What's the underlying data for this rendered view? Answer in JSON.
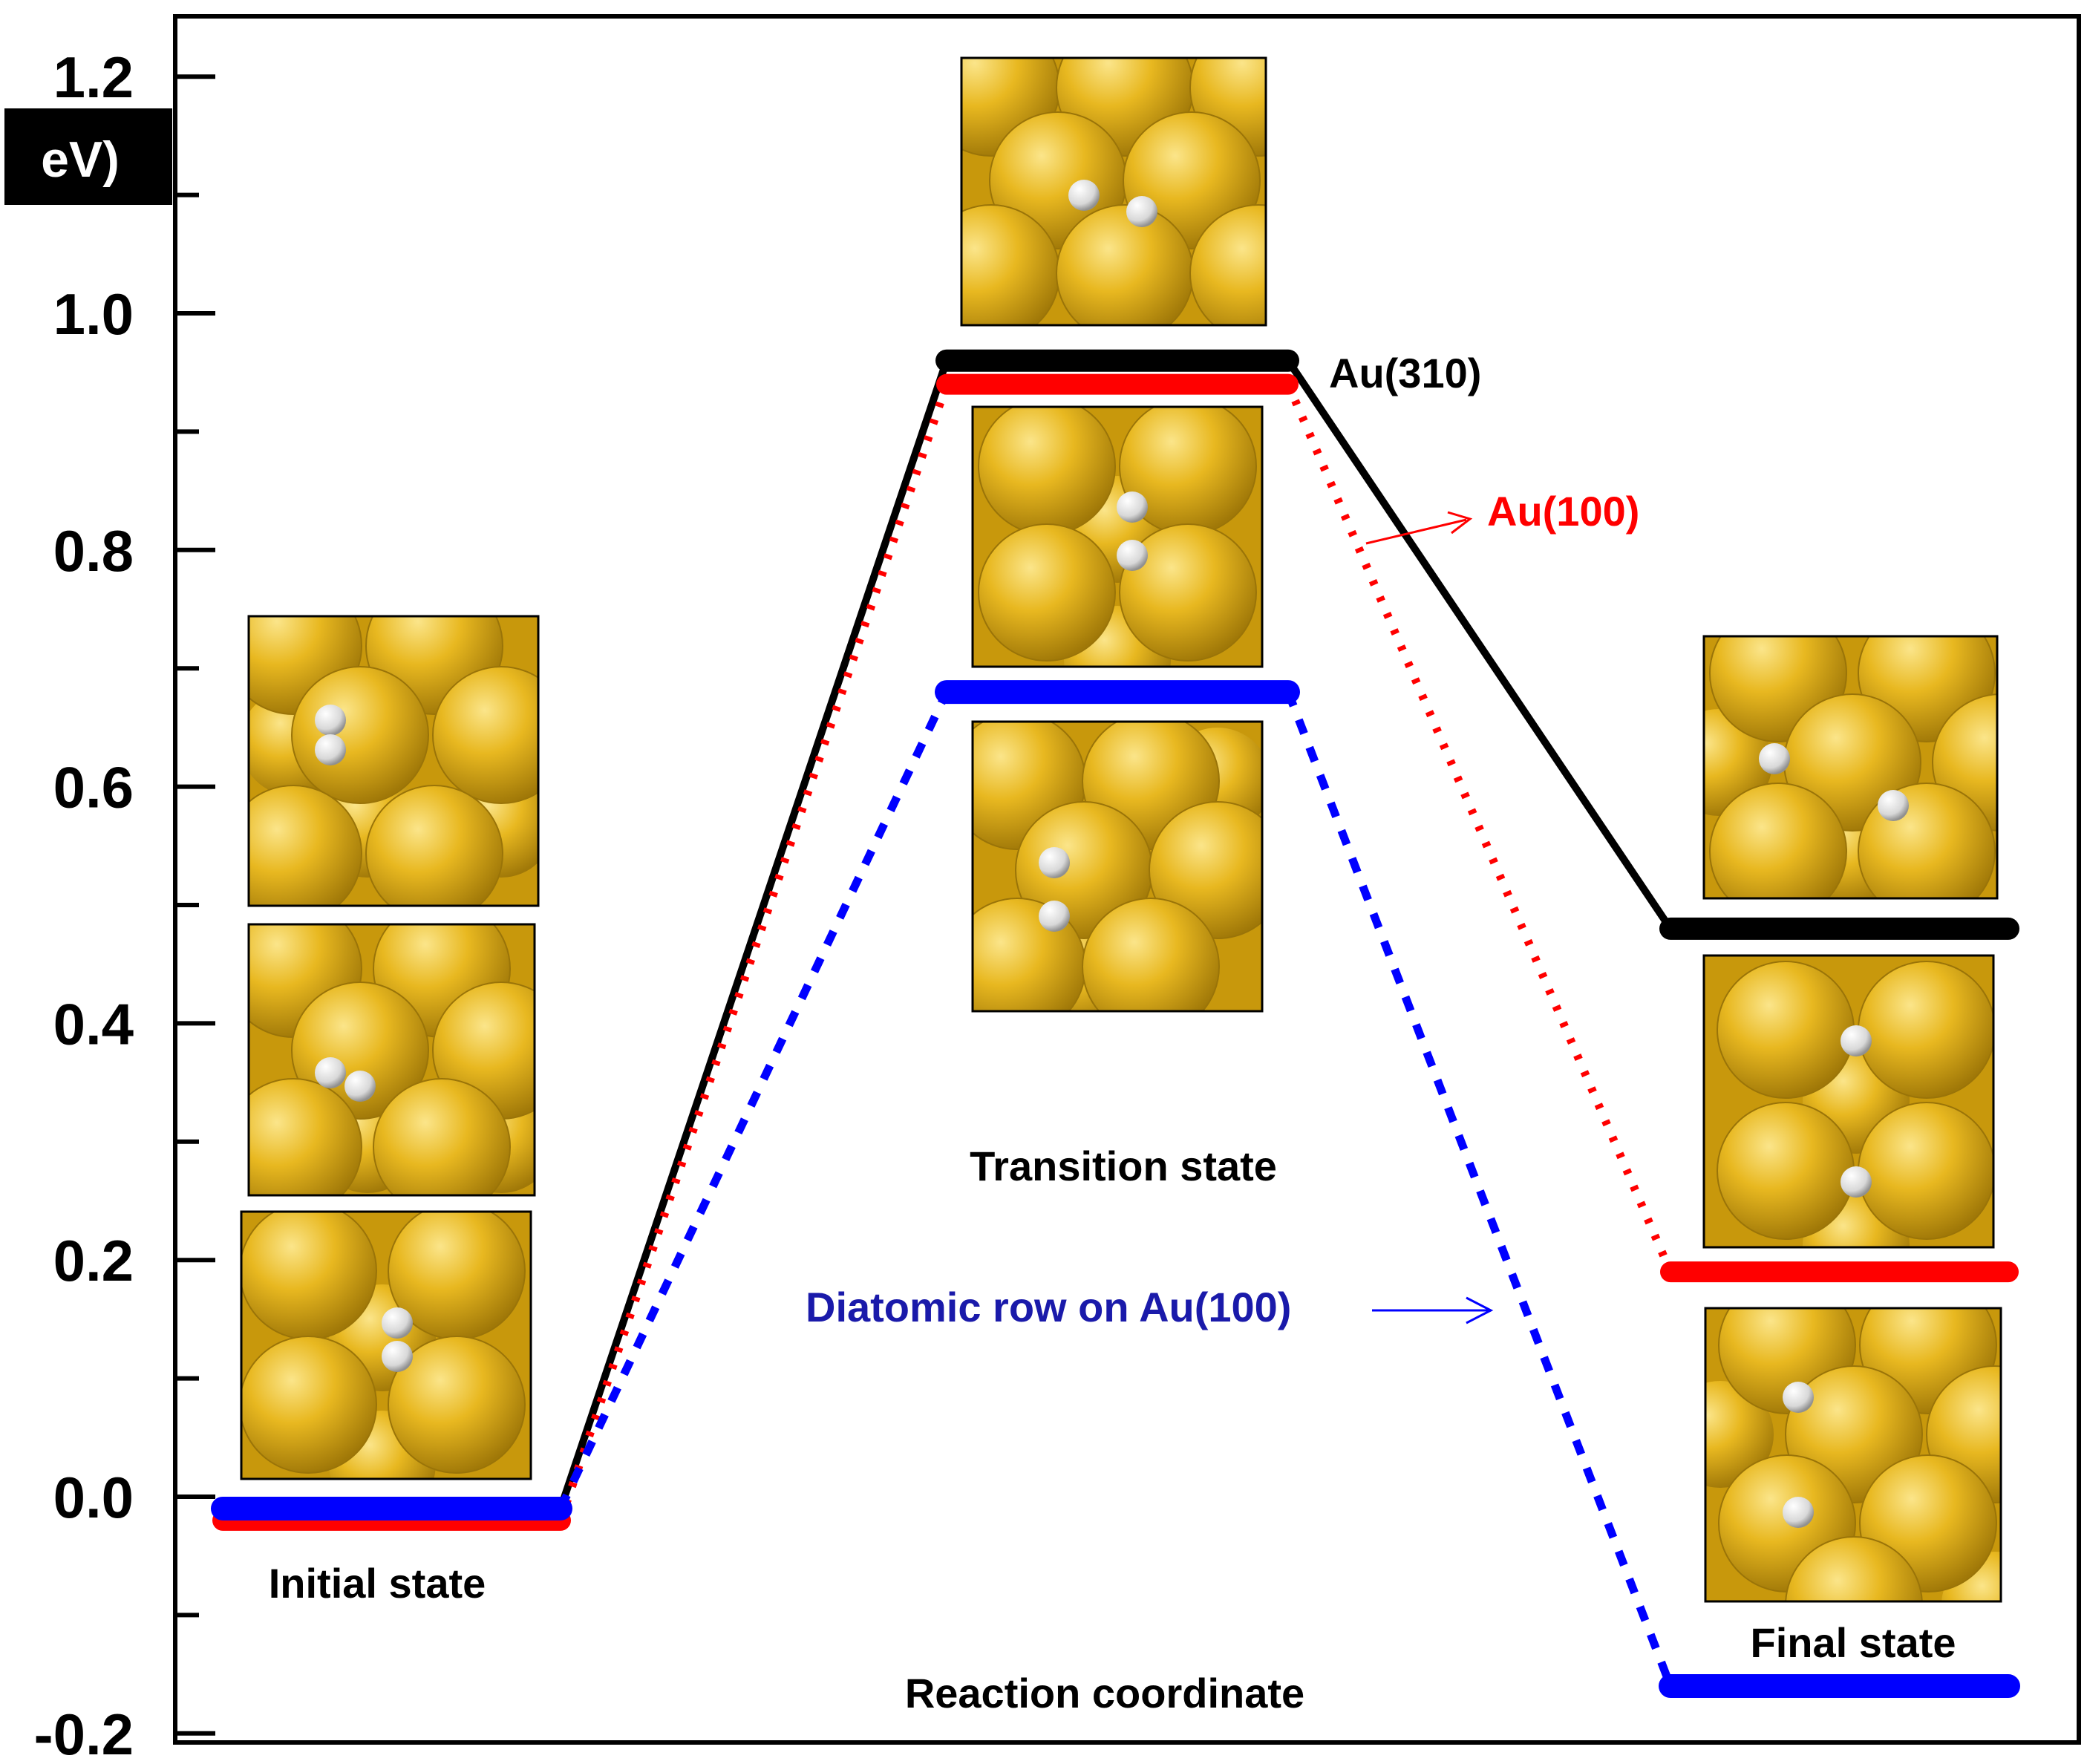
{
  "chart_data": {
    "type": "line",
    "ylim": [
      -0.2,
      1.2
    ],
    "yticks": [
      -0.2,
      0.0,
      0.2,
      0.4,
      0.6,
      0.8,
      1.0,
      1.2
    ],
    "ytick_labels": [
      "-0.2",
      "0.0",
      "0.2",
      "0.4",
      "0.6",
      "0.8",
      "1.0",
      "1.2"
    ],
    "ylabel": "eV)",
    "xlabel": "Reaction coordinate",
    "grid": false,
    "stages": [
      "Initial state",
      "Transition state",
      "Final state"
    ],
    "series": [
      {
        "name": "Au(310)",
        "color": "#000000",
        "style": "solid",
        "values": [
          -0.01,
          0.96,
          0.48
        ]
      },
      {
        "name": "Au(100)",
        "color": "#ff0000",
        "style": "dotted",
        "values": [
          -0.02,
          0.94,
          0.19
        ]
      },
      {
        "name": "Diatomic row on Au(100)",
        "color": "#0000ff",
        "style": "dashed",
        "values": [
          -0.01,
          0.68,
          -0.16
        ]
      }
    ]
  }
}
